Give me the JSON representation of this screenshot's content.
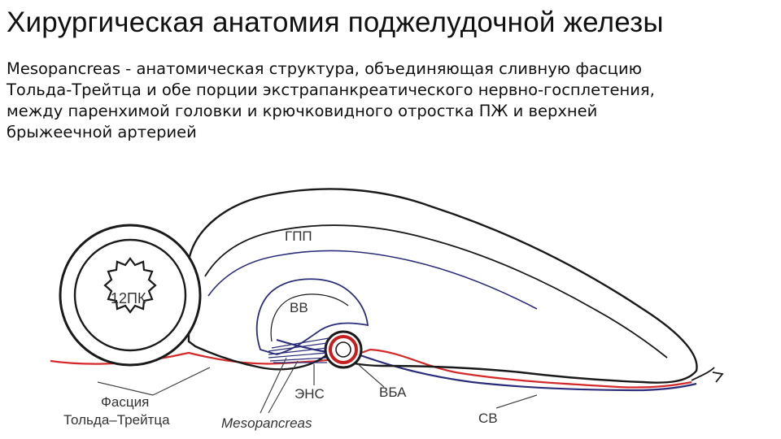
{
  "slide": {
    "title": "Хирургическая анатомия поджелудочной железы",
    "body_lines": [
      "Mesopancreas - анатомическая структура, объединяющая сливную фасцию",
      "Тольда-Трейтца и обе порции экстрапанкреатического нервно-госплетения,",
      "между паренхимой головки и крючковидного отростка ПЖ и верхней",
      "брыжеечной артерией"
    ]
  },
  "diagram": {
    "labels": {
      "duodenum": "12ПК",
      "gpp": "ГПП",
      "vv": "ВВ",
      "ens": "ЭНС",
      "vba": "ВБА",
      "sv": "СВ",
      "fascia_line1": "Фасция",
      "fascia_line2": "Тольда–Трейтца",
      "mesopancreas": "Mesopancreas"
    },
    "colors": {
      "outline": "#1a1a1a",
      "fascia": "#d42a2a",
      "nerve": "#2b2d7a",
      "artery_ring": "#c81e1e",
      "label": "#333333"
    }
  }
}
